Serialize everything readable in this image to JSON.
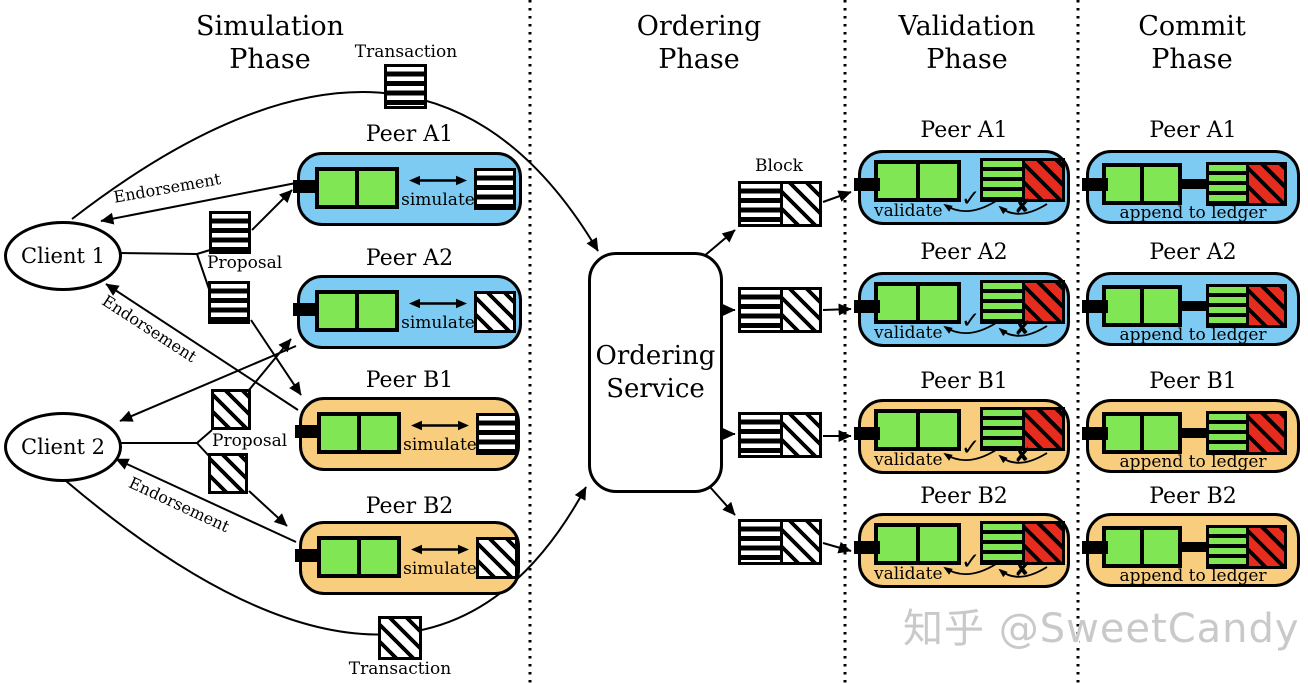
{
  "phase_titles": {
    "simulation": "Simulation\nPhase",
    "ordering": "Ordering\nPhase",
    "validation": "Validation\nPhase",
    "commit": "Commit\nPhase"
  },
  "clients": [
    {
      "label": "Client 1"
    },
    {
      "label": "Client 2"
    }
  ],
  "annotations": {
    "transaction_top": "Transaction",
    "transaction_bottom": "Transaction",
    "proposal_client1": "Proposal",
    "proposal_client2": "Proposal",
    "endorsement_a1": "Endorsement",
    "endorsement_b1": "Endorsement",
    "endorsement_b2": "Endorsement",
    "block": "Block"
  },
  "ordering_service": {
    "label": "Ordering\nService"
  },
  "simulation_peers": [
    {
      "name": "Peer A1",
      "org": "A",
      "action": "simulate",
      "result_icon": "transaction-striped-icon"
    },
    {
      "name": "Peer A2",
      "org": "A",
      "action": "simulate",
      "result_icon": "transaction-hatched-icon"
    },
    {
      "name": "Peer B1",
      "org": "B",
      "action": "simulate",
      "result_icon": "transaction-striped-icon"
    },
    {
      "name": "Peer B2",
      "org": "B",
      "action": "simulate",
      "result_icon": "transaction-hatched-icon"
    }
  ],
  "validation_peers": [
    {
      "name": "Peer A1",
      "org": "A",
      "action": "validate",
      "valid_mark": "✓",
      "invalid_mark": "✘"
    },
    {
      "name": "Peer A2",
      "org": "A",
      "action": "validate",
      "valid_mark": "✓",
      "invalid_mark": "✘"
    },
    {
      "name": "Peer B1",
      "org": "B",
      "action": "validate",
      "valid_mark": "✓",
      "invalid_mark": "✘"
    },
    {
      "name": "Peer B2",
      "org": "B",
      "action": "validate",
      "valid_mark": "✓",
      "invalid_mark": "✘"
    }
  ],
  "commit_peers": [
    {
      "name": "Peer A1",
      "org": "A",
      "action": "append to ledger"
    },
    {
      "name": "Peer A2",
      "org": "A",
      "action": "append to ledger"
    },
    {
      "name": "Peer B1",
      "org": "B",
      "action": "append to ledger"
    },
    {
      "name": "Peer B2",
      "org": "B",
      "action": "append to ledger"
    }
  ],
  "icons": {
    "transaction_striped": "square with horizontal black stripes",
    "transaction_hatched": "square with diagonal black hatching",
    "block": "left half horizontal stripes, right half diagonal hatch",
    "validated_block": "left half green stripes (valid), right half red hatch (invalid)",
    "state_pair": "two green squares in black frame"
  },
  "colors": {
    "org_a_fill": "#7dcbf2",
    "org_b_fill": "#f8cd7e",
    "valid_green": "#80e654",
    "invalid_red": "#e62c1e",
    "line": "#000000",
    "watermark_gray": "#c9c9c9"
  },
  "watermark": "知乎 @SweetCandy"
}
